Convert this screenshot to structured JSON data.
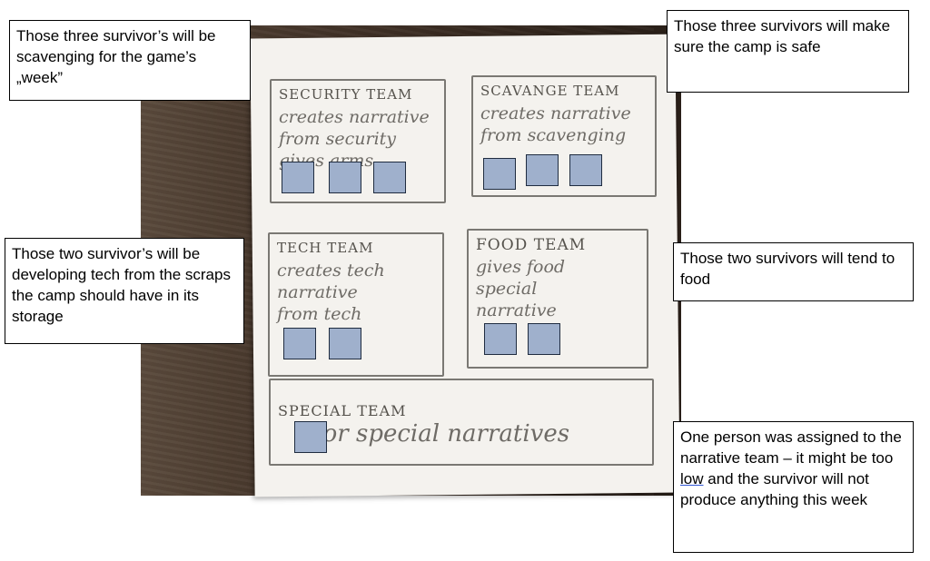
{
  "teams": [
    {
      "id": "security",
      "title": "SECURITY TEAM",
      "note": "creates narrative\nfrom security\ngives arms",
      "slots": 3
    },
    {
      "id": "scavenge",
      "title": "SCAVANGE TEAM",
      "note": "creates narrative\nfrom scavenging",
      "slots": 3
    },
    {
      "id": "tech",
      "title": "TECH TEAM",
      "note": "creates tech\nnarrative\nfrom tech",
      "slots": 2
    },
    {
      "id": "food",
      "title": "FOOD TEAM",
      "note": "gives food\nspecial\nnarrative",
      "slots": 2
    },
    {
      "id": "special",
      "title": "SPECIAL TEAM",
      "note": "for special narratives",
      "slots": 1
    }
  ],
  "callouts": {
    "scavenge_left": "Those three survivor’s will be scavenging for the game’s „week”",
    "security_right": "Those three survivors will make sure the camp is safe",
    "tech_left": "Those two survivor’s will be developing tech from the scraps the camp should have in its storage",
    "food_right": "Those two survivors will tend to food",
    "special_right_before": "One person was assigned to the narrative team – it might be too ",
    "special_right_underlined": "low",
    "special_right_after": " and the survivor will not produce anything this week"
  }
}
